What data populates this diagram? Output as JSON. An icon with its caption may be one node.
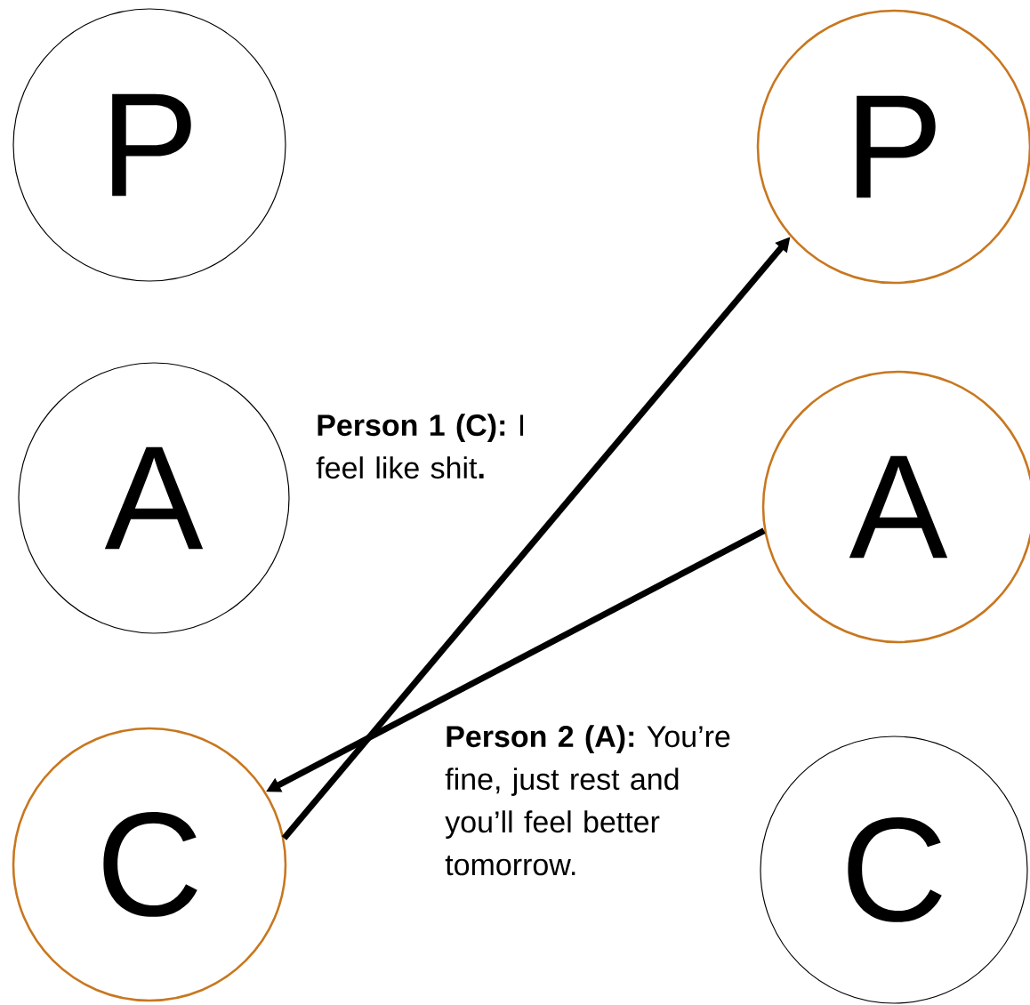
{
  "diagram": {
    "nodes": [
      {
        "text": [
          "P"
        ]
      },
      {
        "text": [
          "A"
        ]
      },
      {
        "text": [
          "C"
        ]
      },
      {
        "text": [
          "P"
        ]
      },
      {
        "text": [
          "A"
        ]
      },
      {
        "text": [
          "C"
        ]
      }
    ],
    "edges": [
      {
        "from": 2,
        "to": 3,
        "arrow": "to"
      },
      {
        "from": 4,
        "to": 2,
        "arrow": "to"
      }
    ],
    "labels": [
      "**Person 1 (C):** I feel like shit**.**",
      "**Person 2 (A):** You’re fine, just rest and you’ll feel better tomorrow."
    ]
  }
}
